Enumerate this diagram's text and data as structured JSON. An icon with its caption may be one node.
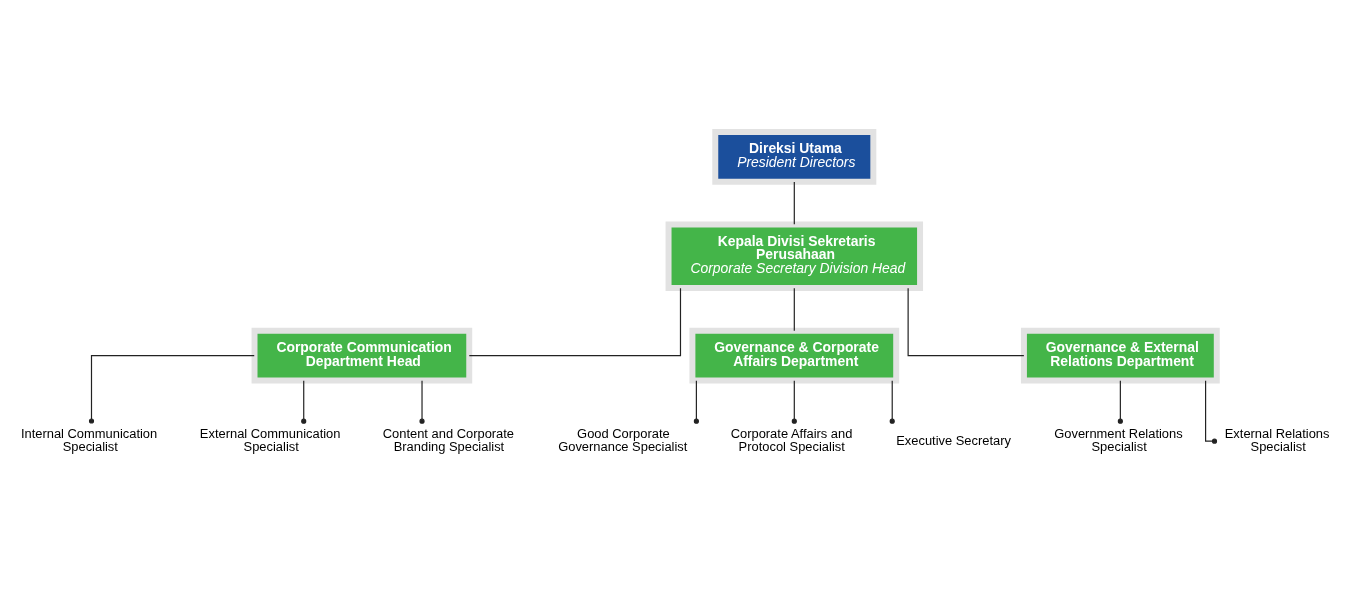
{
  "diagram": {
    "nodes": [
      {
        "text": [
          "Direksi Utama",
          "President Directors"
        ]
      },
      {
        "text": [
          "Kepala Divisi Sekretaris Perusahaan",
          "Corporate Secretary Division Head"
        ]
      },
      {
        "text": [
          "Corporate Communication Department Head"
        ]
      },
      {
        "text": [
          "Governance & Corporate Affairs Department"
        ]
      },
      {
        "text": [
          "Governance & External Relations Department"
        ]
      },
      {
        "text": [
          "Internal Communication Specialist"
        ]
      },
      {
        "text": [
          "External Communication Specialist"
        ]
      },
      {
        "text": [
          "Content and Corporate Branding Specialist"
        ]
      },
      {
        "text": [
          "Good Corporate Governance Specialist"
        ]
      },
      {
        "text": [
          "Corporate Affairs and Protocol Specialist"
        ]
      },
      {
        "text": [
          "Executive Secretary"
        ]
      },
      {
        "text": [
          "Government Relations Specialist"
        ]
      },
      {
        "text": [
          "External Relations Specialist"
        ]
      }
    ],
    "edges": [
      {
        "from": 0,
        "to": 1,
        "arrow": "none"
      },
      {
        "from": 1,
        "to": 2,
        "arrow": "none"
      },
      {
        "from": 1,
        "to": 3,
        "arrow": "none"
      },
      {
        "from": 1,
        "to": 4,
        "arrow": "none"
      },
      {
        "from": 2,
        "to": 5,
        "arrow": "other"
      },
      {
        "from": 2,
        "to": 6,
        "arrow": "other"
      },
      {
        "from": 2,
        "to": 7,
        "arrow": "other"
      },
      {
        "from": 3,
        "to": 8,
        "arrow": "other"
      },
      {
        "from": 3,
        "to": 9,
        "arrow": "other"
      },
      {
        "from": 3,
        "to": 10,
        "arrow": "other"
      },
      {
        "from": 4,
        "to": 11,
        "arrow": "other"
      },
      {
        "from": 4,
        "to": 12,
        "arrow": "other"
      }
    ]
  }
}
